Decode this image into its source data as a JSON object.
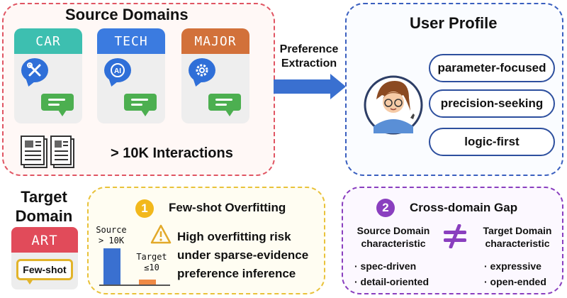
{
  "source": {
    "title": "Source Domains",
    "cards": [
      {
        "label": "CAR",
        "color": "#3dbfb0",
        "icon": "wrench-screwdriver-icon"
      },
      {
        "label": "TECH",
        "color": "#3b7be0",
        "icon": "ai-chip-icon"
      },
      {
        "label": "MAJOR",
        "color": "#d2713a",
        "icon": "gear-icon"
      }
    ],
    "interactions": "> 10K Interactions"
  },
  "arrow": {
    "line1": "Preference",
    "line2": "Extraction"
  },
  "profile": {
    "title": "User Profile",
    "traits": [
      "parameter-focused",
      "precision-seeking",
      "logic-first"
    ]
  },
  "target": {
    "title_line1": "Target",
    "title_line2": "Domain",
    "domain_label": "ART",
    "few_shot": "Few-shot"
  },
  "overfitting": {
    "number": "1",
    "title": "Few-shot Overfitting",
    "source_label_1": "Source",
    "source_label_2": "> 10K",
    "target_label_1": "Target",
    "target_label_2": "≤10",
    "risk_text_1": "High overfitting risk",
    "risk_text_2": "under sparse-evidence",
    "risk_text_3": "preference inference"
  },
  "gap": {
    "number": "2",
    "title": "Cross-domain Gap",
    "source_head_1": "Source Domain",
    "source_head_2": "characteristic",
    "target_head_1": "Target Domain",
    "target_head_2": "characteristic",
    "source_items": [
      "· spec-driven",
      "· detail-oriented"
    ],
    "target_items": [
      "· expressive",
      "· open-ended"
    ]
  },
  "colors": {
    "accent_blue": "#3a70d0",
    "accent_red": "#e05563",
    "accent_yellow": "#e9c23a",
    "accent_purple": "#8a3fbf"
  }
}
